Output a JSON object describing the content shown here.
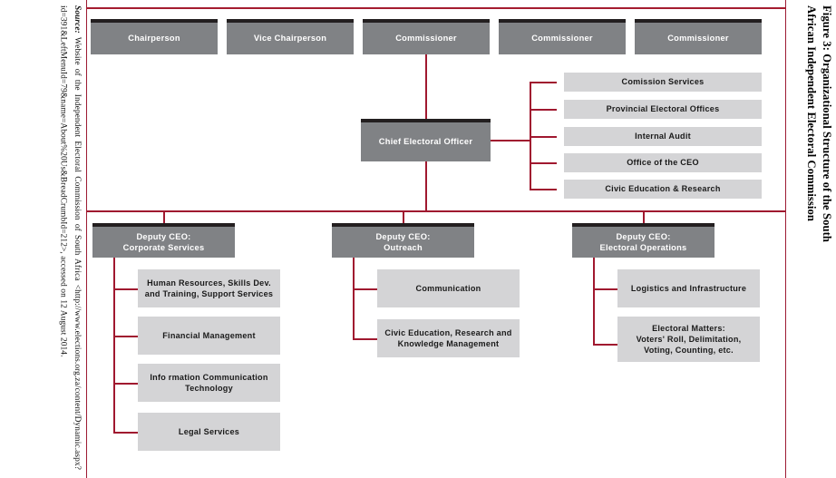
{
  "figure": {
    "title": "Figure 3: Organizational Structure of the South African Independent Electoral Commission",
    "source_label": "Source:",
    "source_text": " Website of the Independent Electoral Commission of South Africa <http://www.elections.org.za/content/Dynamic.aspx?id=391&LeftMenuId=79&name=About%20Us&BreadCrumbId=212>, accessed on 12 August 2014."
  },
  "colors": {
    "accent_red": "#a51c30",
    "box_dark": "#808285",
    "box_dark_border": "#231f20",
    "box_light": "#d4d4d6",
    "text_light": "#ffffff",
    "text_dark": "#1a1a1a"
  },
  "chart_data": {
    "type": "diagram",
    "title": "Figure 3: Organizational Structure of the South African Independent Electoral Commission",
    "levels": [
      {
        "name": "commission-board",
        "nodes": [
          "Chairperson",
          "Vice Chairperson",
          "Commissioner",
          "Commissioner",
          "Commissioner"
        ]
      },
      {
        "name": "chief-electoral-officer",
        "nodes": [
          "Chief Electoral Officer"
        ]
      },
      {
        "name": "ceo-support-units",
        "nodes": [
          "Comission Services",
          "Provincial Electoral Offices",
          "Internal Audit",
          "Office of the CEO",
          "Civic Education & Research"
        ]
      },
      {
        "name": "deputy-ceos",
        "nodes": [
          "Deputy CEO:\nCorporate Services",
          "Deputy CEO:\nOutreach",
          "Deputy CEO:\nElectoral Operations"
        ]
      }
    ]
  },
  "board": {
    "items": [
      {
        "label": "Chairperson"
      },
      {
        "label": "Vice Chairperson"
      },
      {
        "label": "Commissioner"
      },
      {
        "label": "Commissioner"
      },
      {
        "label": "Commissioner"
      }
    ]
  },
  "ceo": {
    "label": "Chief Electoral Officer"
  },
  "ceo_units": {
    "items": [
      {
        "label": "Comission Services"
      },
      {
        "label": "Provincial Electoral Offices"
      },
      {
        "label": "Internal Audit"
      },
      {
        "label": "Office of the CEO"
      },
      {
        "label": "Civic Education & Research"
      }
    ]
  },
  "deputies": {
    "corporate_services": {
      "label": "Deputy CEO:\nCorporate Services",
      "children": [
        {
          "label": "Human Resources, Skills Dev.\nand Training, Support Services"
        },
        {
          "label": "Financial Management"
        },
        {
          "label": "Info rmation Communication\nTechnology"
        },
        {
          "label": "Legal Services"
        }
      ]
    },
    "outreach": {
      "label": "Deputy CEO:\nOutreach",
      "children": [
        {
          "label": "Communication"
        },
        {
          "label": "Civic Education, Research and\nKnowledge Management"
        }
      ]
    },
    "electoral_operations": {
      "label": "Deputy CEO:\nElectoral Operations",
      "children": [
        {
          "label": "Logistics and Infrastructure"
        },
        {
          "label": "Electoral Matters:\nVoters' Roll, Delimitation,\nVoting, Counting, etc."
        }
      ]
    }
  }
}
